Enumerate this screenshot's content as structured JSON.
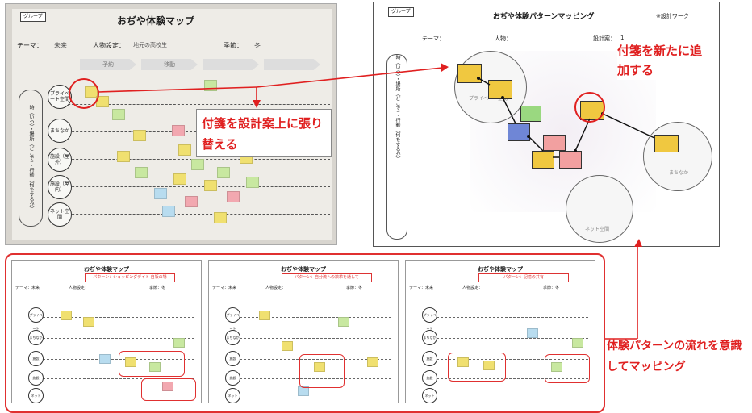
{
  "photo_map": {
    "group_tab": "グループ",
    "title": "おぢや体験マップ",
    "theme_label": "テーマ：",
    "theme_value": "未来",
    "persona_label": "人物設定：",
    "persona_value": "地元の高校生",
    "season_label": "季節：",
    "season_value": "冬",
    "flow_steps": [
      "予約",
      "移動",
      "",
      ""
    ],
    "side_label": "時（いつ）・場所（どこで）・行動（何をするか）",
    "stages": [
      "プライベート空間",
      "まちなか",
      "施設（屋外）",
      "施設（屋内）",
      "ネット空間"
    ],
    "callout": "付箋を設計案上に張り替える"
  },
  "pattern_map": {
    "group_tab": "グループ",
    "title": "おぢや体験パターンマッピング",
    "work_label": "※設計ワーク",
    "theme_label": "テーマ：",
    "persona_label": "人物：",
    "design_label": "設計案：",
    "design_value": "1",
    "side_label": "時（いつ）・場所（どこで）・行動（何をするか）",
    "circles": [
      "プライベート空間",
      "まちなか",
      "ネット空間"
    ],
    "callout": "付箋を新たに追加する"
  },
  "examples": [
    {
      "title": "おぢや体験マップ",
      "heading": "パターン：ショッピングデイト 自販の場",
      "theme": "テーマ：未来",
      "persona": "人物設定：",
      "season": "季節：冬"
    },
    {
      "title": "おぢや体験マップ",
      "heading": "パターン：自分流への欲求を通して",
      "theme": "テーマ：未来",
      "persona": "人物設定：",
      "season": "季節：冬"
    },
    {
      "title": "おぢや体験マップ",
      "heading": "パターン：記憶の共有",
      "theme": "テーマ：未来",
      "persona": "人物設定：",
      "season": "季節：冬"
    }
  ],
  "mini_stages": [
    "プライベート",
    "まちなか",
    "施設",
    "施設",
    "ネット"
  ],
  "bottom_callout": "体験パターンの流れを意識してマッピング",
  "colors": {
    "accent": "#e02020",
    "note_yellow": "#f0e070",
    "note_green": "#c8e8a0",
    "note_blue": "#7a8fd8",
    "note_pink": "#f2a8b0",
    "note_sky": "#b8dcef"
  }
}
